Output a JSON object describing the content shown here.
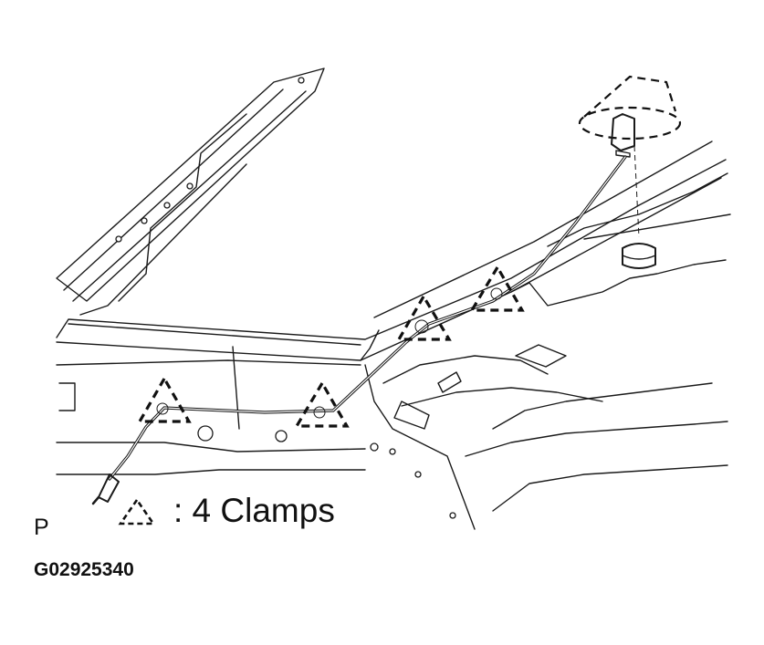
{
  "legend": {
    "symbol": "clamp-triangle-icon",
    "text": ": 4 Clamps"
  },
  "view_letter": "P",
  "figure_id": "G02925340",
  "colors": {
    "line": "#111111",
    "background": "#ffffff"
  }
}
